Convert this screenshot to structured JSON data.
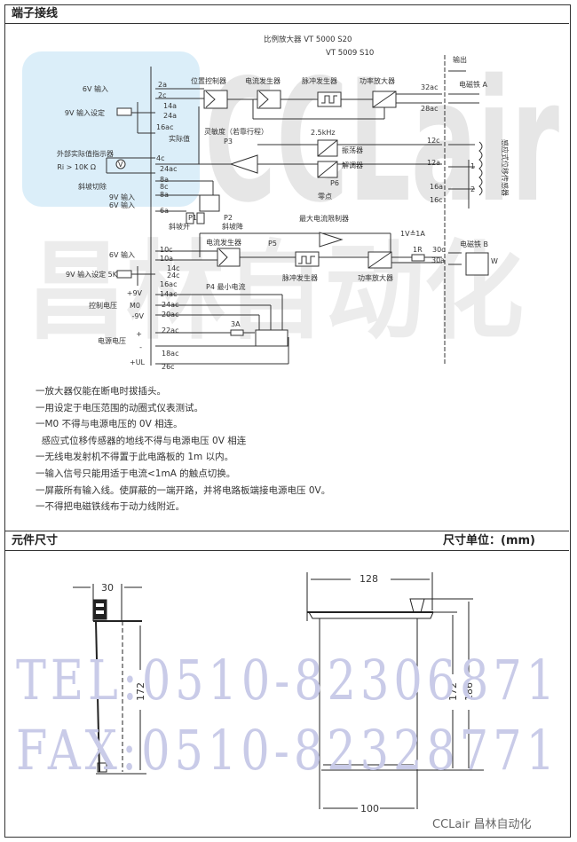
{
  "sections": {
    "wiring_title": "端子接线",
    "dimensions_title": "元件尺寸",
    "dimensions_unit": "尺寸单位：(mm)"
  },
  "diagram": {
    "model_line1": "比例放大器 VT  5000  S20",
    "model_line2": "VT  5009  S10",
    "output_label": "输出",
    "terminals": [
      "2a",
      "2c",
      "14a",
      "24a",
      "16ac",
      "4c",
      "24ac",
      "8a",
      "8c",
      "8a",
      "6a",
      "10c",
      "10a",
      "14c",
      "24c",
      "16ac",
      "14ac",
      "24ac",
      "20ac",
      "22ac",
      "18ac",
      "26c"
    ],
    "out_terminals": [
      "32ac",
      "28ac",
      "12c",
      "12a",
      "16a",
      "16c",
      "30c",
      "30a"
    ],
    "left_labels": [
      "6V 输入",
      "9V 输入设定",
      "外部实际值指示器",
      "Ri > 10K Ω",
      "斜坡切除",
      "9V 输入",
      "6V 输入",
      "6V 输入",
      "9V 输入设定  5K",
      "+9V",
      "控制电压",
      "M0",
      "-9V",
      "+",
      "电源电压",
      "-",
      "+UL"
    ],
    "blocks": [
      "位置控制器",
      "电流发生器",
      "脉冲发生器",
      "功率放大器",
      "灵敏度（若靠行程）",
      "实际值",
      "P3",
      "2.5kHz",
      "振荡器",
      "解调器",
      "P6",
      "零点",
      "P1",
      "斜坡升",
      "P2",
      "斜坡降",
      "最大电流限制器",
      "电流发生器",
      "P5",
      "1V≙1A",
      "1R",
      "脉冲发生器",
      "功率放大器",
      "P4 最小电流",
      "3A",
      "电磁铁 A",
      "电磁铁 B",
      "W",
      "感应式位移传感器",
      "1",
      "2",
      "V"
    ]
  },
  "notes": [
    "一放大器仅能在断电时拔插头。",
    "一用设定于电压范围的动圈式仪表测试。",
    "一M0 不得与电源电压的 0V 相连。",
    "  感应式位移传感器的地线不得与电源电压 0V 相连",
    "一无线电发射机不得置于此电路板的 1m 以内。",
    "一输入信号只能用适于电流<1mA 的触点切换。",
    "一屏蔽所有输入线。使屏蔽的一端开路，并将电路板端接电源电压 0V。",
    "一不得把电磁铁线布于动力线附近。"
  ],
  "dimensions": {
    "side_width": "30",
    "side_height": "172",
    "front_top_width": "128",
    "front_body_height": "172",
    "front_total_height": "186",
    "front_body_width": "100"
  },
  "watermark": {
    "tel": "TEL:0510-82306871",
    "fax": "FAX:0510-82328771",
    "logo": "CCLair",
    "logo_cn": "昌林自动化"
  },
  "brand": "CCLair 昌林自动化"
}
